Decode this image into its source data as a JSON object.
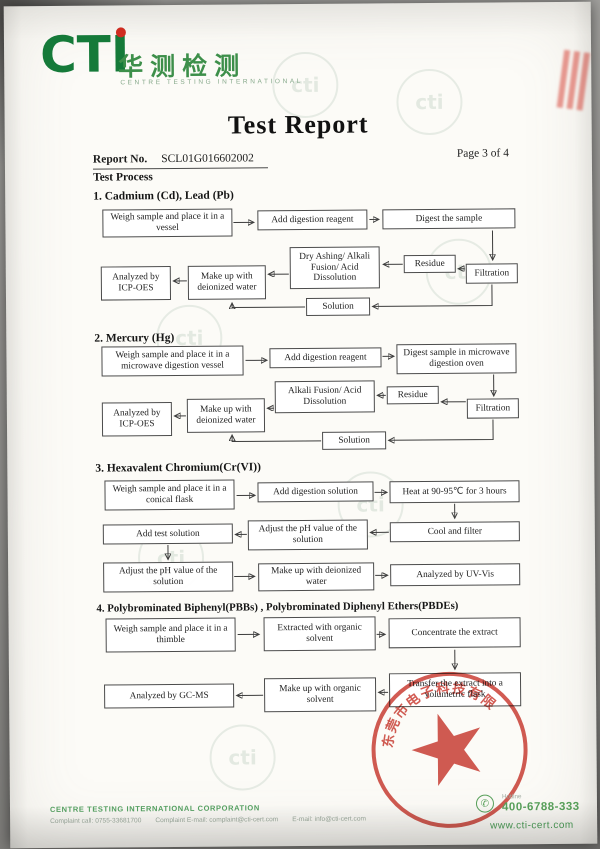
{
  "header": {
    "logo_text": "CTI",
    "logo_cn": "华测检测",
    "logo_sub": "CENTRE TESTING INTERNATIONAL",
    "title": "Test Report",
    "report_no_label": "Report No.",
    "report_no_value": "SCL01G016602002",
    "page_label": "Page 3 of 4"
  },
  "watermark": {
    "text": "cti"
  },
  "sections": {
    "test_process": "Test Process",
    "s1_title": "1.   Cadmium (Cd), Lead (Pb)",
    "s2_title": "2.   Mercury (Hg)",
    "s3_title": "3.   Hexavalent Chromium(Cr(VI))",
    "s4_title": "4.   Polybrominated Biphenyl(PBBs) , Polybrominated Diphenyl Ethers(PBDEs)"
  },
  "chart1": {
    "weigh": "Weigh sample and place it in a vessel",
    "add": "Add digestion reagent",
    "digest": "Digest the sample",
    "dry": "Dry Ashing/ Alkali Fusion/ Acid Dissolution",
    "residue": "Residue",
    "filtration": "Filtration",
    "makeup": "Make up with deionized water",
    "analyzed": "Analyzed by ICP-OES",
    "solution": "Solution"
  },
  "chart2": {
    "weigh": "Weigh sample and place it in a microwave digestion vessel",
    "add": "Add digestion reagent",
    "digest": "Digest sample in microwave digestion oven",
    "alkali": "Alkali Fusion/ Acid Dissolution",
    "residue": "Residue",
    "filtration": "Filtration",
    "makeup": "Make up with deionized water",
    "analyzed": "Analyzed by ICP-OES",
    "solution": "Solution"
  },
  "chart3": {
    "weigh": "Weigh sample and place it in a conical flask",
    "add": "Add digestion solution",
    "heat": "Heat at 90-95℃ for 3 hours",
    "cool": "Cool and filter",
    "adjust1": "Adjust the pH value of the solution",
    "addtest": "Add test solution",
    "adjust2": "Adjust the pH value of the solution",
    "makeup": "Make up with deionized water",
    "uvvis": "Analyzed by UV-Vis"
  },
  "chart4": {
    "weigh": "Weigh sample and place it in a thimble",
    "extract": "Extracted with organic solvent",
    "conc": "Concentrate the extract",
    "transfer": "Transfer the extract into a volumetric flask",
    "makeup": "Make up with organic solvent",
    "gcms": "Analyzed by GC-MS"
  },
  "stamp": {
    "seal_text": "东莞市电子科技有限公司"
  },
  "footer": {
    "corp": "CENTRE TESTING INTERNATIONAL CORPORATION",
    "complaint_call": "Complaint call: 0755-33681700",
    "complaint_email": "Complaint E-mail: complaint@cti-cert.com",
    "email": "E-mail: info@cti-cert.com",
    "hotline_label": "Hotline",
    "hotline": "400-6788-333",
    "website": "www.cti-cert.com"
  },
  "colors": {
    "brand_green": "#157a39",
    "seal_red": "#c8372d"
  }
}
